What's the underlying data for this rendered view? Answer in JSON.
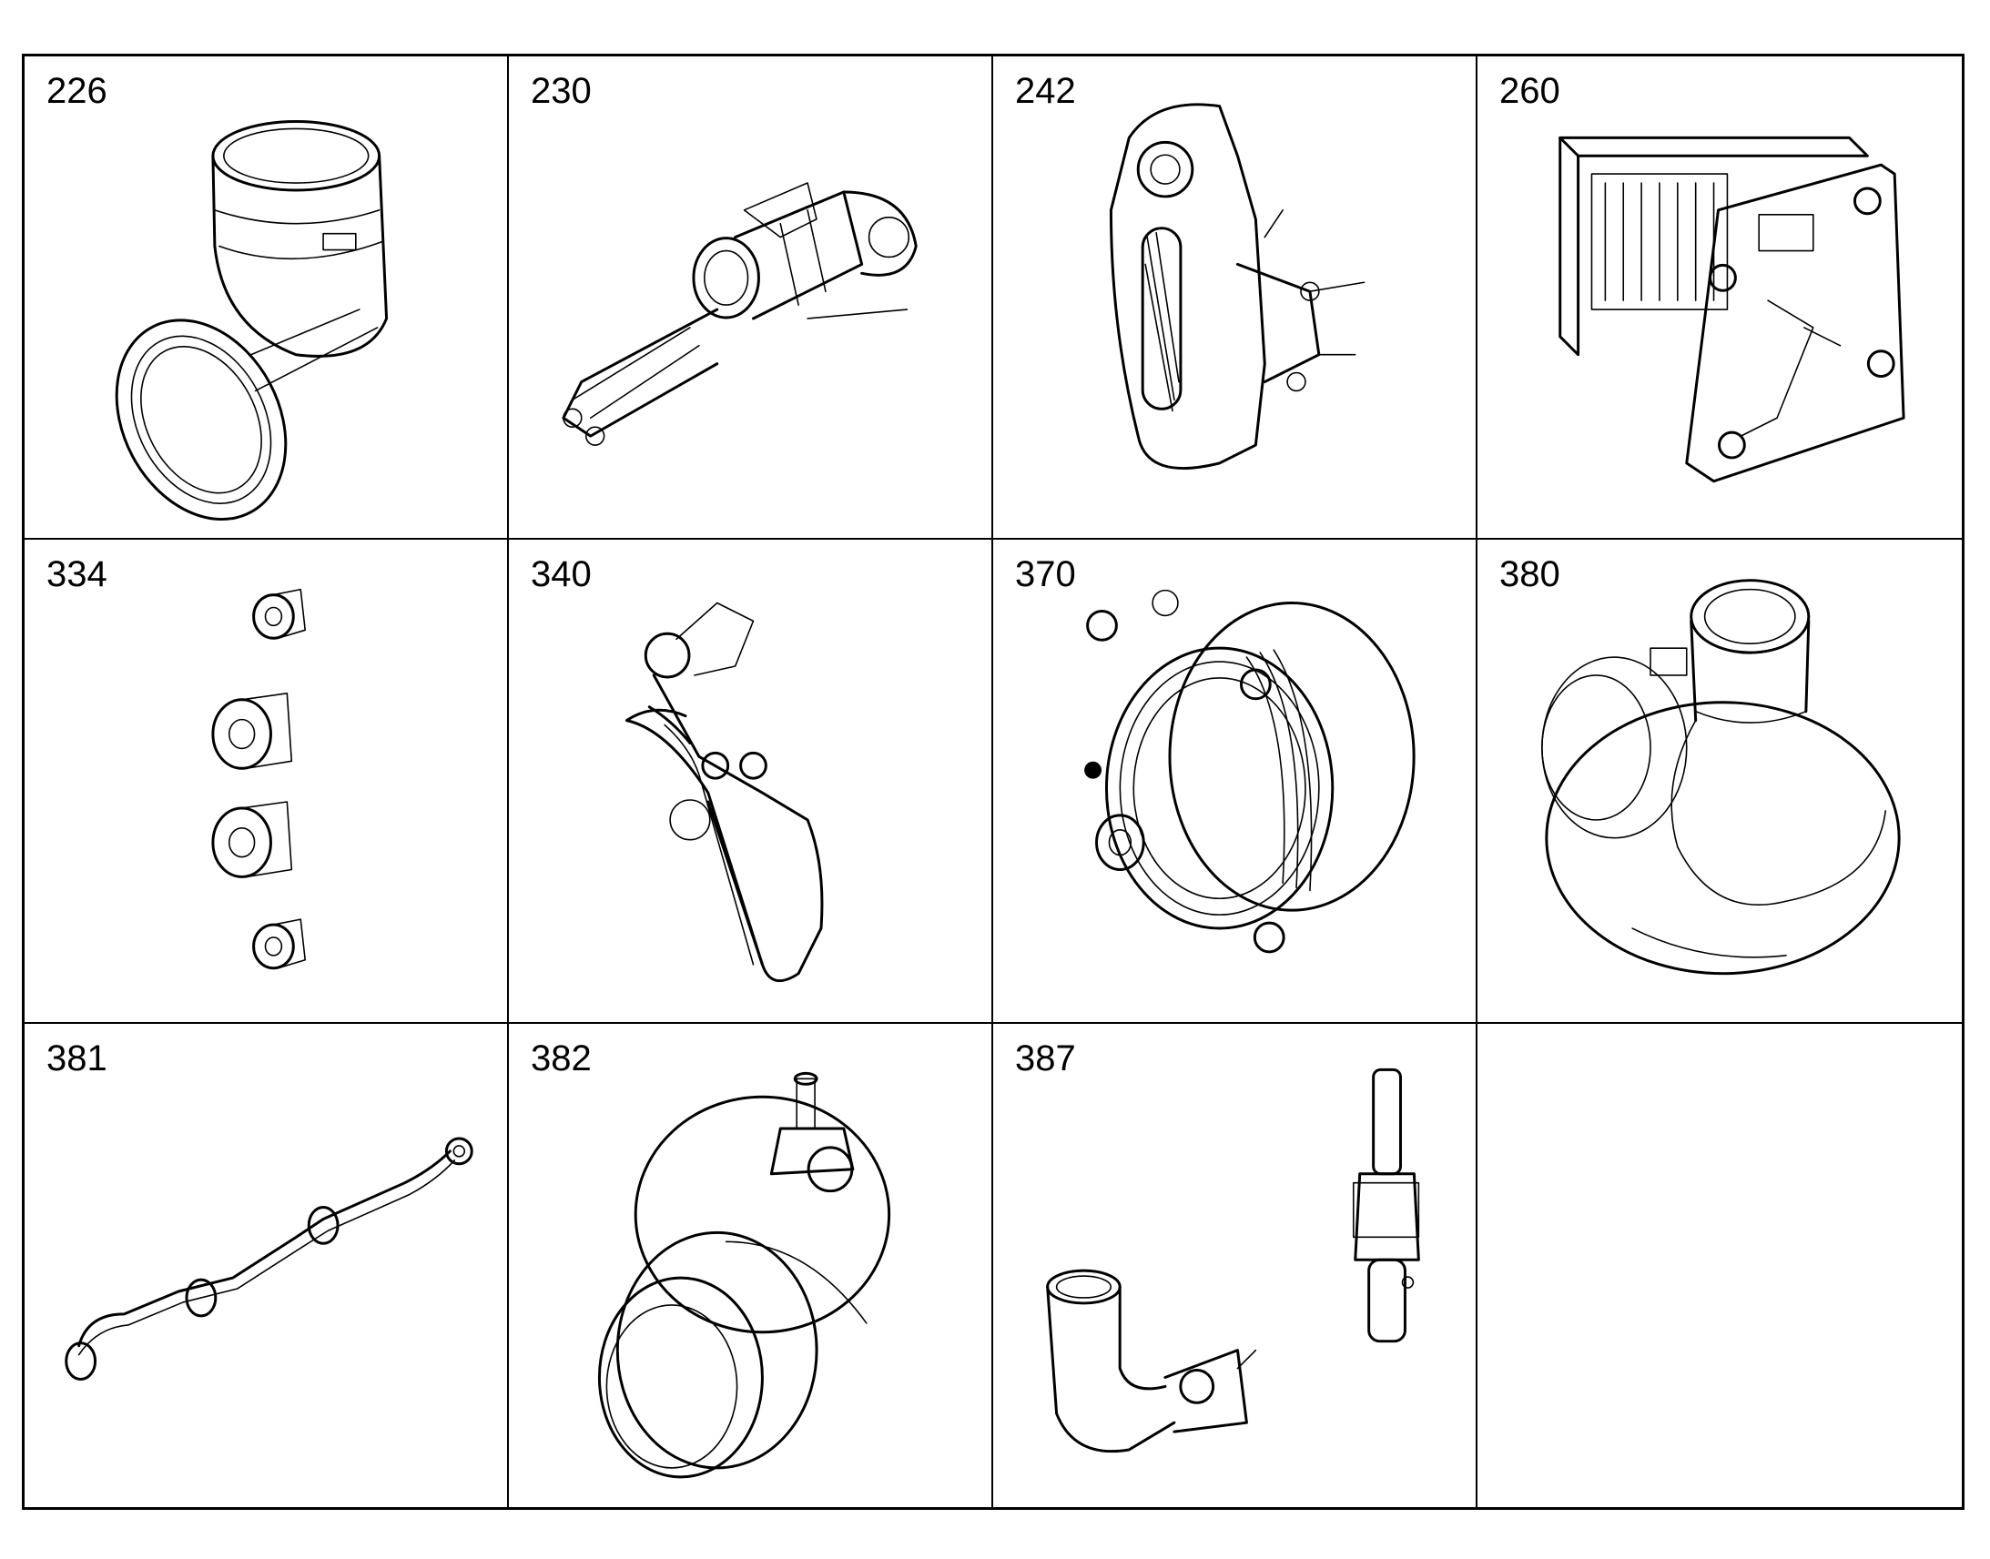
{
  "parts": [
    {
      "number": "226",
      "icon": "elbow-pipe-icon"
    },
    {
      "number": "230",
      "icon": "turbo-bracket-assembly-icon"
    },
    {
      "number": "242",
      "icon": "timing-cover-icon"
    },
    {
      "number": "260",
      "icon": "cooler-housing-icon"
    },
    {
      "number": "334",
      "icon": "plug-screws-icon"
    },
    {
      "number": "340",
      "icon": "belt-drive-icon"
    },
    {
      "number": "370",
      "icon": "water-pump-icon"
    },
    {
      "number": "380",
      "icon": "thermostat-housing-icon"
    },
    {
      "number": "381",
      "icon": "oil-pipe-icon"
    },
    {
      "number": "382",
      "icon": "pipe-connector-icon"
    },
    {
      "number": "387",
      "icon": "pipe-and-sensor-icon"
    },
    {
      "number": "",
      "icon": ""
    }
  ]
}
